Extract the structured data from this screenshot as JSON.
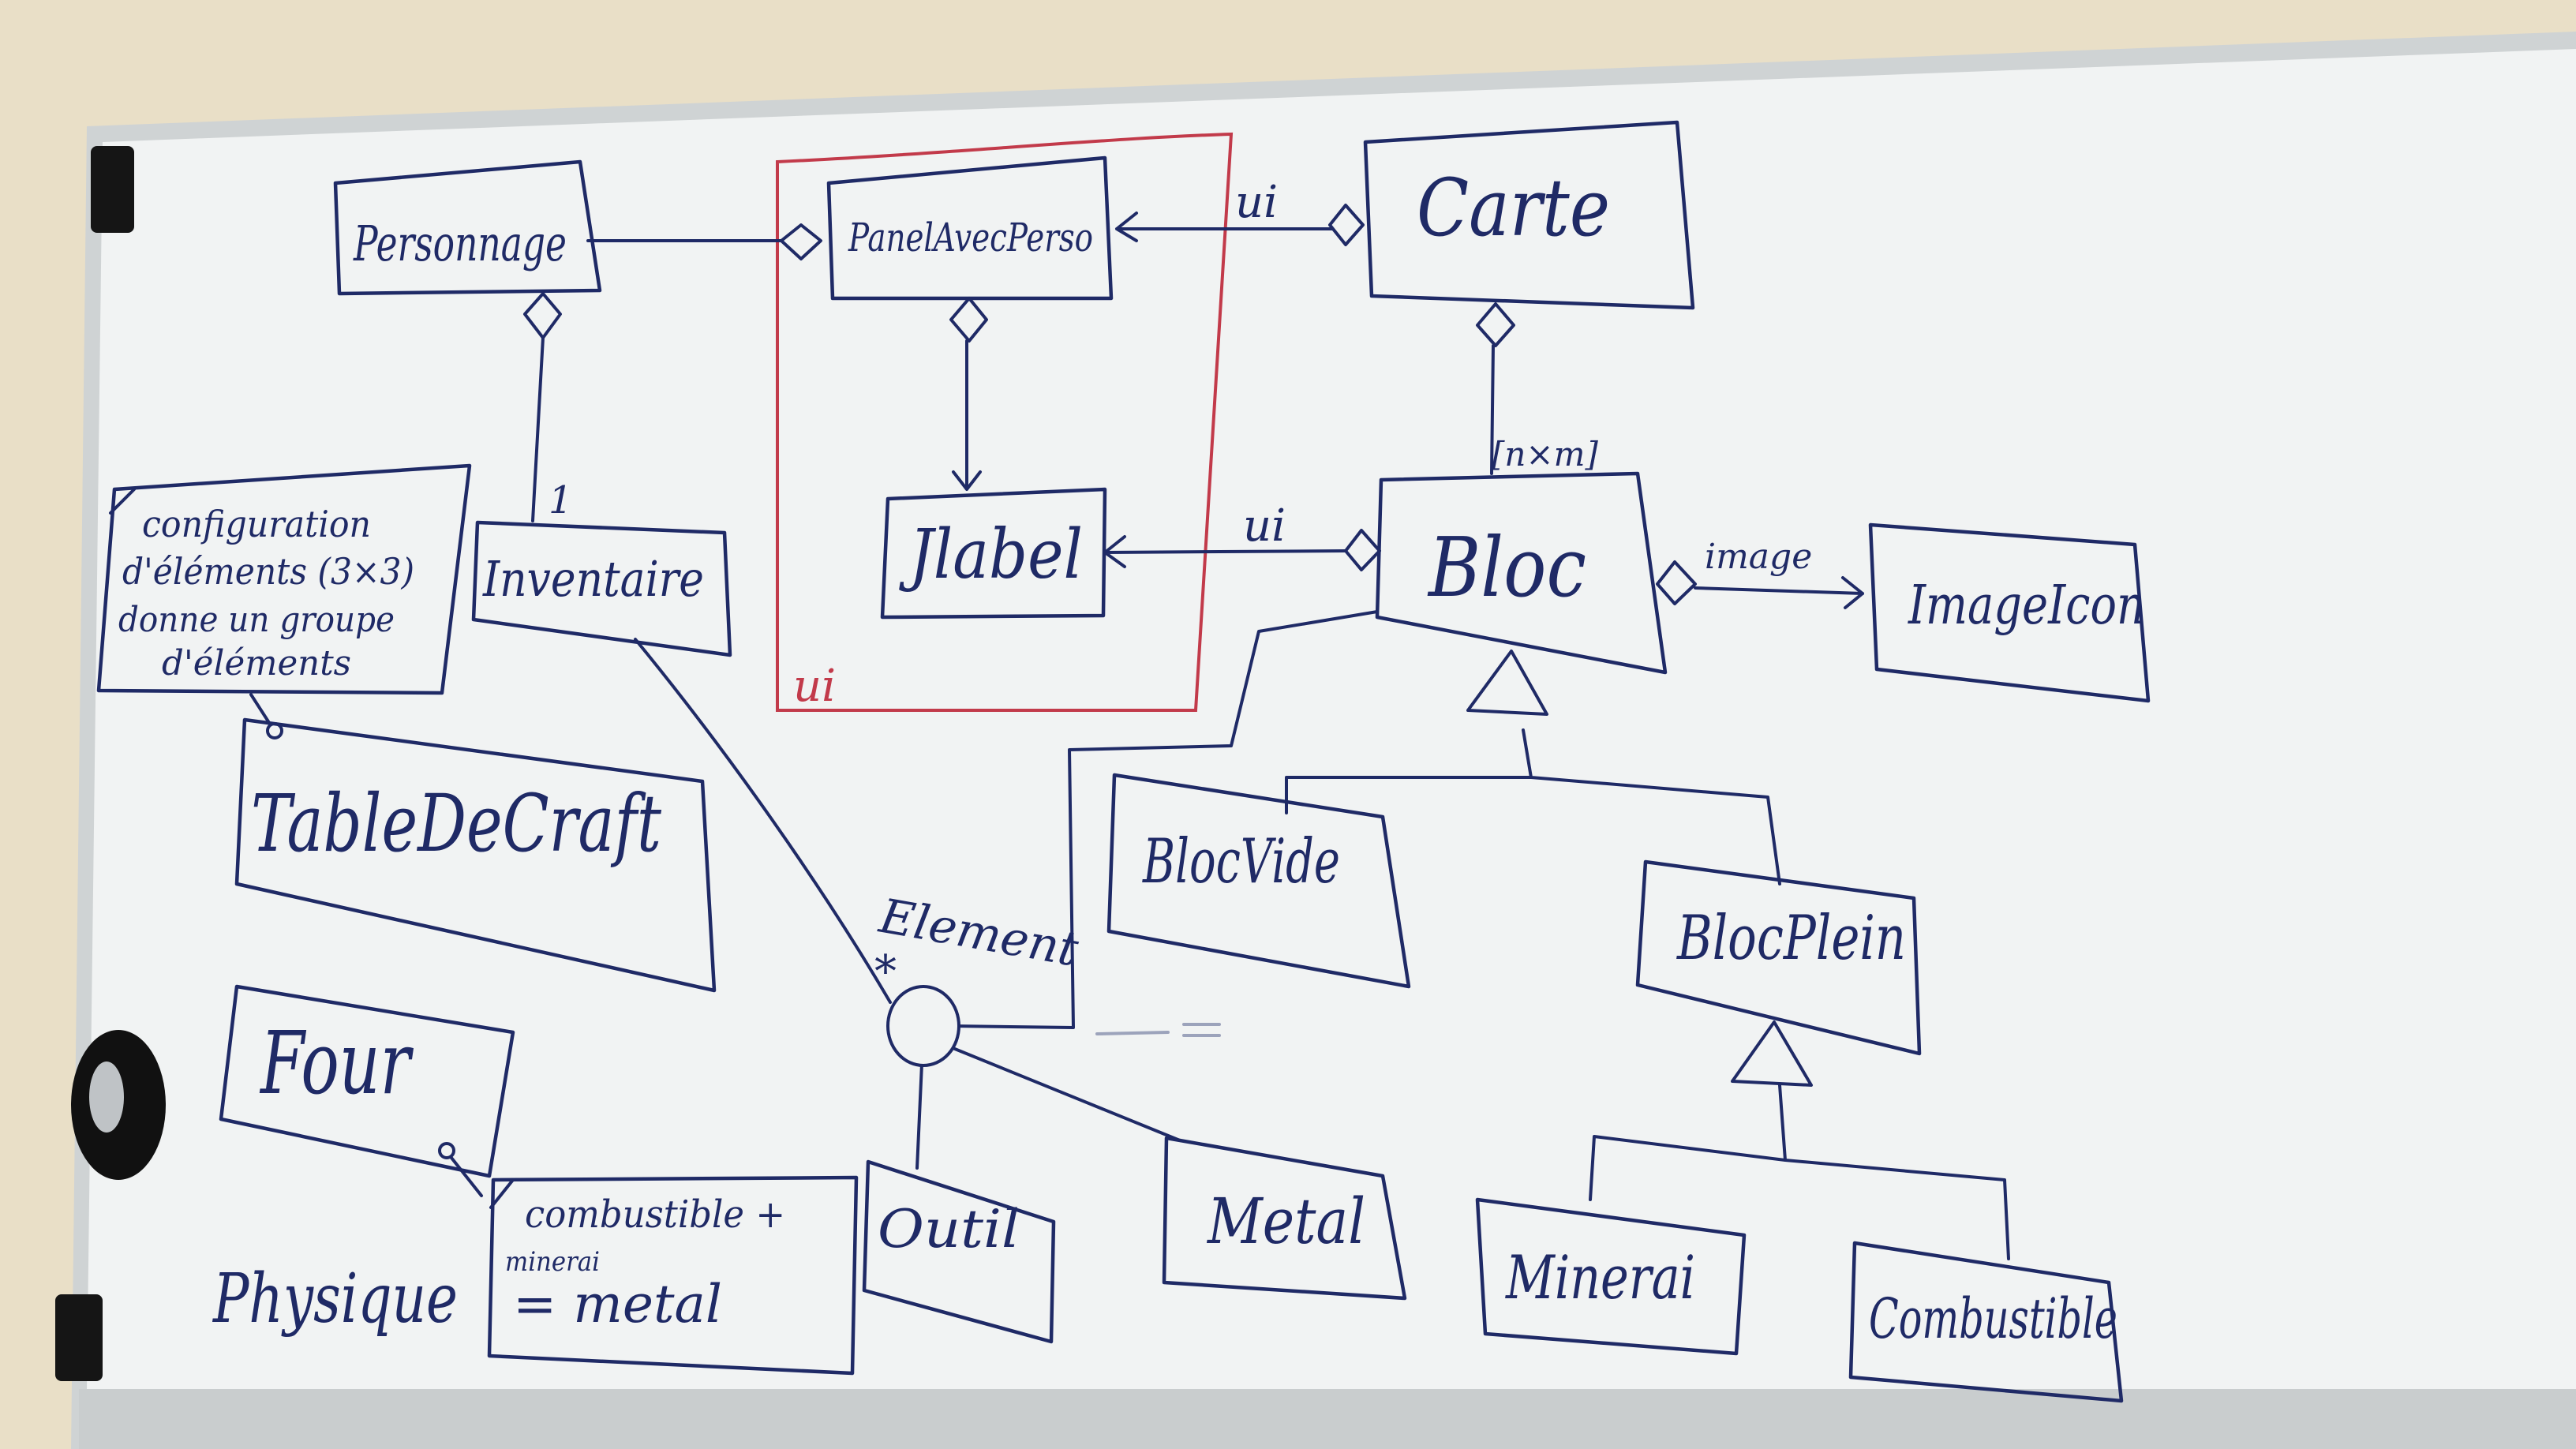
{
  "diagram": {
    "classes": {
      "personnage": "Personnage",
      "panel": "PanelAvecPerso",
      "carte": "Carte",
      "jlabel": "Jlabel",
      "bloc": "Bloc",
      "imageicon": "ImageIcon",
      "inventaire": "Inventaire",
      "tablecraft": "TableDeCraft",
      "four": "Four",
      "blocvide": "BlocVide",
      "blocplein": "BlocPlein",
      "outil": "Outil",
      "metal": "Metal",
      "minerai": "Minerai",
      "combustible": "Combustible"
    },
    "labels": {
      "ui1": "ui",
      "ui2": "ui",
      "ui_group": "ui",
      "image": "image",
      "multiplicity_nm": "[n×m]",
      "multiplicity_1": "1",
      "multiplicity_star": "*",
      "element": "Element",
      "physique": "Physique"
    },
    "notes": {
      "config_line1": "configuration",
      "config_line2": "d'éléments (3×3)",
      "config_line3": "donne un groupe",
      "config_line4": "d'éléments",
      "four_line1": "combustible +",
      "four_line2": "minerai",
      "four_line3": "= metal"
    }
  },
  "colors": {
    "wall": "#e9dfc7",
    "board": "#f1f3f3",
    "frame": "#cfd3d4",
    "ink": "#1f2a66",
    "red_marker": "#c23a4a"
  }
}
